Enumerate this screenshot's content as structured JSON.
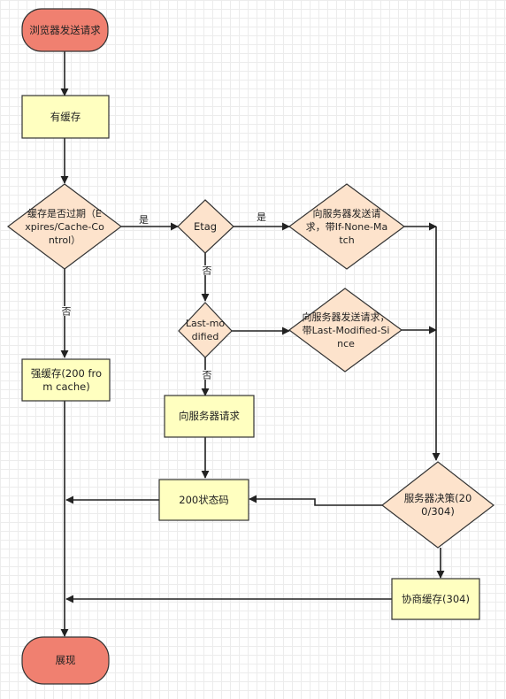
{
  "nodes": {
    "start": "浏览器发送请求",
    "has_cache": "有缓存",
    "expired": "缓存是否过期（Expires/Cache-Control）",
    "etag": "Etag",
    "send_etag": "向服务器发送请求，带If-None-Match",
    "last_modified": "Last-modified",
    "send_lm": "向服务器发送请求，带Last-Modified-Since",
    "strong_cache": "强缓存(200 from cache)",
    "request_server": "向服务器请求",
    "status_200": "200状态码",
    "server_decides": "服务器决策(200/304)",
    "negotiate_cache": "协商缓存(304)",
    "display": "展现"
  },
  "edges": {
    "expired_yes": "是",
    "expired_no": "否",
    "etag_yes": "是",
    "etag_no": "否",
    "lm_no": "否"
  },
  "colors": {
    "terminal_fill": "#f08070",
    "process_fill": "#ffffc0",
    "decision_fill": "#fde3cc",
    "stroke": "#333333"
  }
}
